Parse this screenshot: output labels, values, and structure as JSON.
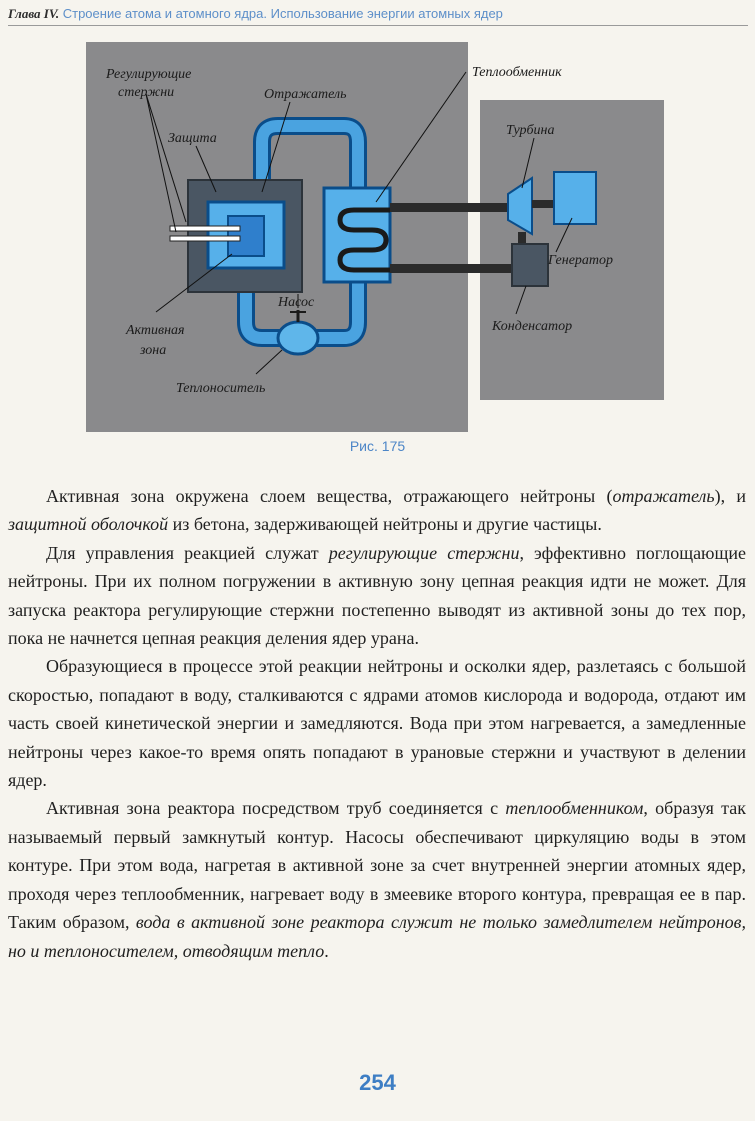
{
  "header": {
    "chapter": "Глава IV.",
    "title": "Строение атома и атомного ядра. Использование энергии атомных ядер"
  },
  "figure": {
    "labels": {
      "control_rods_1": "Регулирующие",
      "control_rods_2": "стержни",
      "reflector": "Отражатель",
      "shield": "Защита",
      "heat_exchanger": "Теплообменник",
      "turbine": "Турбина",
      "generator": "Генератор",
      "pump": "Насос",
      "core_1": "Активная",
      "core_2": "зона",
      "condenser": "Конденсатор",
      "coolant": "Теплоноситель"
    },
    "caption": "Рис. 175"
  },
  "paragraphs": {
    "p1": {
      "a": "Активная зона окружена слоем вещества, отражающего нейтроны (",
      "em1": "отражатель",
      "b": "), и ",
      "em2": "защитной оболочкой",
      "c": " из бетона, задерживающей нейтроны и другие частицы."
    },
    "p2": {
      "a": "Для управления реакцией служат ",
      "em1": "регулирующие стержни",
      "b": ", эффективно поглощающие нейтроны. При их полном погружении в активную зону цепная реакция идти не может. Для запуска реактора регулирующие стержни постепенно выводят из активной зоны до тех пор, пока не начнется цепная реакция деления ядер урана."
    },
    "p3": {
      "a": "Образующиеся в процессе этой реакции нейтроны и осколки ядер, разлетаясь с большой скоростью, попадают в воду, сталкиваются с ядрами атомов кислорода и водорода, отдают им часть своей кинетической энергии и замедляются. Вода при этом нагревается, а замедленные нейтроны через какое-то время опять попадают в урановые стержни и участвуют в делении ядер."
    },
    "p4": {
      "a": "Активная зона реактора посредством труб соединяется с ",
      "em1": "теплообменником",
      "b": ", образуя так называемый первый замкнутый контур. Насосы обеспечивают циркуляцию воды в этом контуре. При этом вода, нагретая в активной зоне за счет внутренней энергии атомных ядер, проходя через теплообменник, нагревает воду в змеевике второго контура, превращая ее в пар. Таким образом, ",
      "em2": "вода в активной зоне реактора служит не только замедлителем нейтронов, но и теплоносителем, отводящим тепло",
      "c": "."
    }
  },
  "page_number": "254"
}
